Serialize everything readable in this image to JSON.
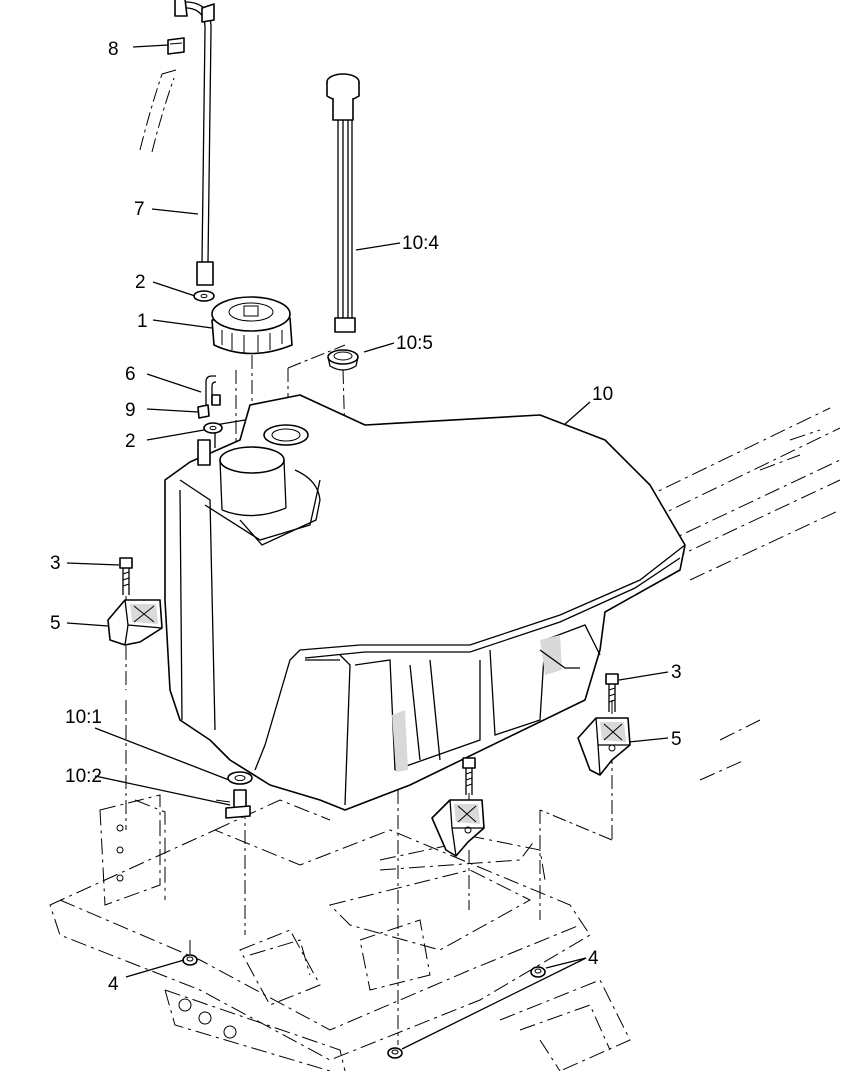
{
  "callouts": {
    "c1": "1",
    "c2a": "2",
    "c2b": "2",
    "c3a": "3",
    "c3b": "3",
    "c4a": "4",
    "c4b": "4",
    "c5a": "5",
    "c5b": "5",
    "c6": "6",
    "c7": "7",
    "c8": "8",
    "c9": "9",
    "c10": "10",
    "c10_1": "10:1",
    "c10_2": "10:2",
    "c10_4": "10:4",
    "c10_5": "10:5"
  }
}
